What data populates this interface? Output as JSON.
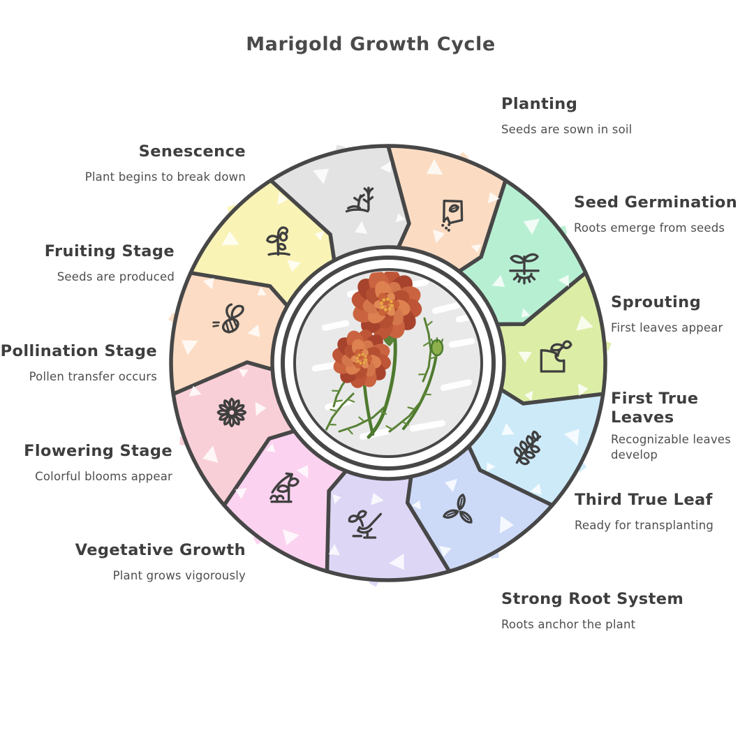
{
  "title": "Marigold Growth Cycle",
  "wheel": {
    "center_illustration": "marigold-flowers",
    "ring_color": "#474747",
    "center_bg": "#e9e9e9"
  },
  "stages": [
    {
      "id": "planting",
      "label": "Planting",
      "desc": "Seeds are sown in soil",
      "color": "#fbdcc3",
      "icon": "seed-packet-icon"
    },
    {
      "id": "seed-germination",
      "label": "Seed Germination",
      "desc": "Roots emerge from seeds",
      "color": "#b7efd3",
      "icon": "seedling-roots-icon"
    },
    {
      "id": "sprouting",
      "label": "Sprouting",
      "desc": "First leaves appear",
      "color": "#dceda6",
      "icon": "sprout-soil-icon"
    },
    {
      "id": "first-true-leaves",
      "label": "First True Leaves",
      "desc": "Recognizable leaves develop",
      "color": "#cdeaf9",
      "icon": "leafy-branch-icon"
    },
    {
      "id": "third-true-leaf",
      "label": "Third True Leaf",
      "desc": "Ready for transplanting",
      "color": "#ccd9f7",
      "icon": "trefoil-leaves-icon"
    },
    {
      "id": "strong-root-system",
      "label": "Strong Root System",
      "desc": "Roots anchor the plant",
      "color": "#ddd6f5",
      "icon": "hand-planting-icon"
    },
    {
      "id": "vegetative-growth",
      "label": "Vegetative Growth",
      "desc": "Plant grows vigorously",
      "color": "#fbd2ef",
      "icon": "growth-arrow-icon"
    },
    {
      "id": "flowering-stage",
      "label": "Flowering Stage",
      "desc": "Colorful blooms appear",
      "color": "#f9cfd7",
      "icon": "daisy-icon"
    },
    {
      "id": "pollination-stage",
      "label": "Pollination Stage",
      "desc": "Pollen transfer occurs",
      "color": "#fcdcc4",
      "icon": "bee-icon"
    },
    {
      "id": "fruiting-stage",
      "label": "Fruiting Stage",
      "desc": "Seeds are produced",
      "color": "#faf3b6",
      "icon": "wilting-flower-icon"
    },
    {
      "id": "senescence",
      "label": "Senescence",
      "desc": "Plant begins to break down",
      "color": "#e3e3e3",
      "icon": "dead-plant-icon"
    }
  ]
}
